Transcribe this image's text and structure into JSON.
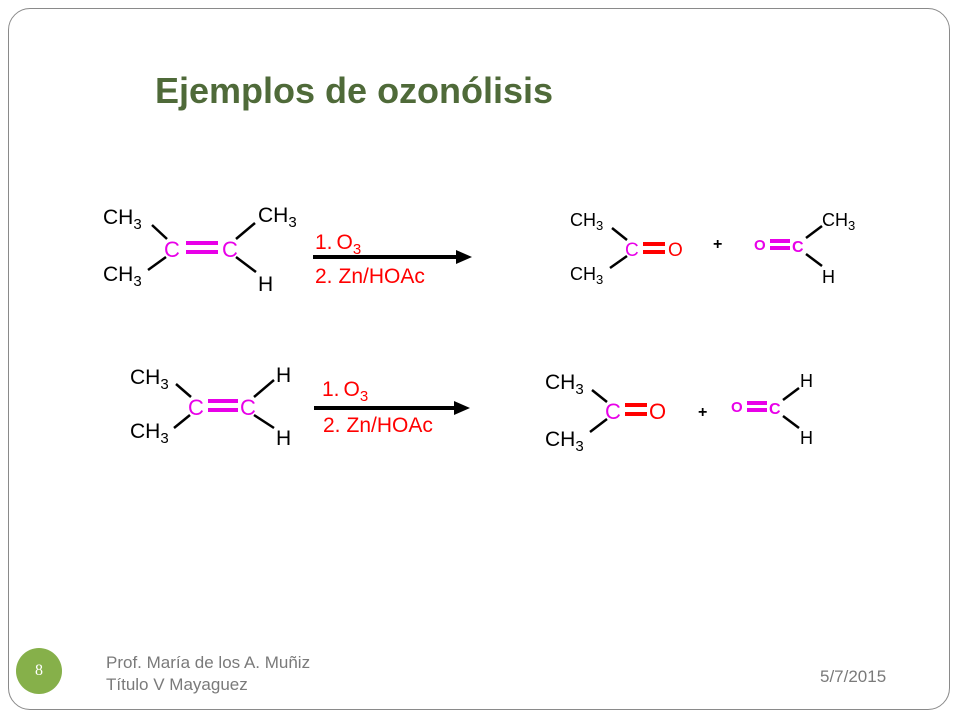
{
  "slide": {
    "title": "Ejemplos de ozonólisis",
    "page_number": "8",
    "author_line1": "Prof. María de los A. Muñiz",
    "author_line2": "Título V Mayaguez",
    "date": "5/7/2015"
  },
  "reactions": [
    {
      "reactant": {
        "top_left": "CH",
        "top_left_sub": "3",
        "bottom_left": "CH",
        "bottom_left_sub": "3",
        "carbon1": "C",
        "carbon2": "C",
        "top_right": "CH",
        "top_right_sub": "3",
        "bottom_right": "H"
      },
      "step1_num": "1.",
      "step1_reagent": "O",
      "step1_reagent_sub": "3",
      "step2_num": "2.",
      "step2_reagent": "Zn/HOAc",
      "product1": {
        "top": "CH",
        "top_sub": "3",
        "bottom": "CH",
        "bottom_sub": "3",
        "carbon": "C",
        "oxygen": "O"
      },
      "plus": "+",
      "product2": {
        "oxygen": "O",
        "carbon": "C",
        "top": "CH",
        "top_sub": "3",
        "bottom": "H"
      }
    },
    {
      "reactant": {
        "top_left": "CH",
        "top_left_sub": "3",
        "bottom_left": "CH",
        "bottom_left_sub": "3",
        "carbon1": "C",
        "carbon2": "C",
        "top_right": "H",
        "bottom_right": "H"
      },
      "step1_num": "1.",
      "step1_reagent": "O",
      "step1_reagent_sub": "3",
      "step2_num": "2.",
      "step2_reagent": "Zn/HOAc",
      "product1": {
        "top": "CH",
        "top_sub": "3",
        "bottom": "CH",
        "bottom_sub": "3",
        "carbon": "C",
        "oxygen": "O"
      },
      "plus": "+",
      "product2": {
        "oxygen": "O",
        "carbon": "C",
        "top": "H",
        "bottom": "H"
      }
    }
  ],
  "colors": {
    "title": "#4f6a39",
    "carbon_bond": "#e800e8",
    "reagent": "#ff0000",
    "badge": "#86b04a"
  }
}
